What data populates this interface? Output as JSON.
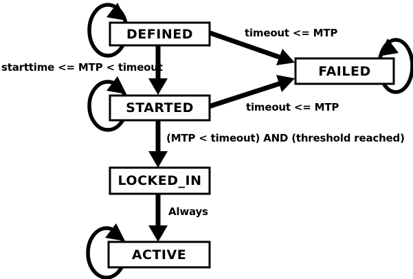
{
  "diagram": {
    "kind": "state-machine",
    "colors": {
      "background": "#ffffff",
      "line": "#000000",
      "box_fill": "#ffffff",
      "text": "#000000"
    },
    "states": {
      "defined": {
        "label": "DEFINED",
        "self_loop": true
      },
      "failed": {
        "label": "FAILED",
        "self_loop": true
      },
      "started": {
        "label": "STARTED",
        "self_loop": true
      },
      "locked_in": {
        "label": "LOCKED_IN",
        "self_loop": false
      },
      "active": {
        "label": "ACTIVE",
        "self_loop": true
      }
    },
    "transitions": {
      "defined_to_failed": {
        "from": "DEFINED",
        "to": "FAILED",
        "label": "timeout <= MTP"
      },
      "defined_to_started": {
        "from": "DEFINED",
        "to": "STARTED",
        "label": "starttime <= MTP < timeout"
      },
      "started_to_failed": {
        "from": "STARTED",
        "to": "FAILED",
        "label": "timeout <= MTP"
      },
      "started_to_locked_in": {
        "from": "STARTED",
        "to": "LOCKED_IN",
        "label": "(MTP < timeout) AND (threshold reached)"
      },
      "locked_in_to_active": {
        "from": "LOCKED_IN",
        "to": "ACTIVE",
        "label": "Always"
      }
    }
  }
}
